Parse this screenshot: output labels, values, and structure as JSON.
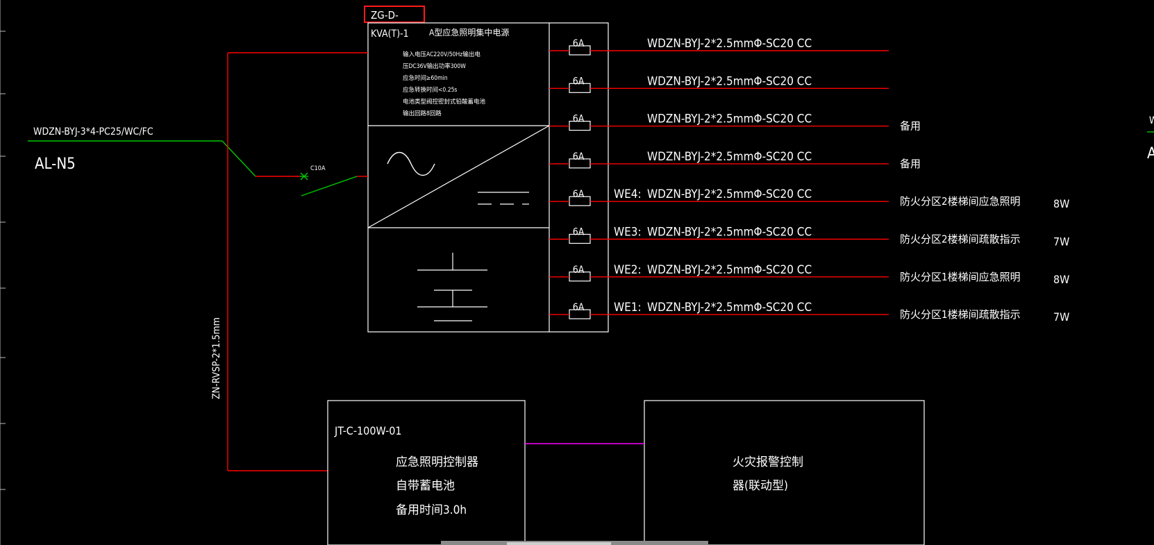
{
  "colors": {
    "background": "#000000",
    "line_white": "#ffffff",
    "line_red": "#ff0000",
    "line_green": "#00c800",
    "line_magenta": "#ff00ff",
    "highlight": "#ff1a1a",
    "text": "#ffffff"
  },
  "panel": {
    "tag": "ZG-D-",
    "model": "KVA(T)-1",
    "name": "A型应急照明集中电源",
    "specs": [
      "输入电压AC220V/50Hz输出电",
      "压DC36V输出功率300W",
      "应急时间≥60min",
      "应急转换时间<0.25s",
      "电池类型阀控密封式铅酸蓄电池",
      "输出回路8回路"
    ]
  },
  "incoming": {
    "cable": "WDZN-BYJ-3*4-PC25/WC/FC",
    "source": "AL-N5",
    "breaker": "C10A"
  },
  "control_cable": "ZN-RVSP-2*1.5mm",
  "circuits": [
    {
      "fuse": "6A",
      "id": "",
      "cable": "WDZN-BYJ-2*2.5mmΦ-SC20 CC",
      "description": "",
      "power": ""
    },
    {
      "fuse": "6A",
      "id": "",
      "cable": "WDZN-BYJ-2*2.5mmΦ-SC20 CC",
      "description": "",
      "power": ""
    },
    {
      "fuse": "6A",
      "id": "",
      "cable": "WDZN-BYJ-2*2.5mmΦ-SC20 CC",
      "description": "备用",
      "power": ""
    },
    {
      "fuse": "6A",
      "id": "",
      "cable": "WDZN-BYJ-2*2.5mmΦ-SC20 CC",
      "description": "备用",
      "power": ""
    },
    {
      "fuse": "6A",
      "id": "WE4:",
      "cable": "WDZN-BYJ-2*2.5mmΦ-SC20 CC",
      "description": "防火分区2楼梯间应急照明",
      "power": "8W"
    },
    {
      "fuse": "6A",
      "id": "WE3:",
      "cable": "WDZN-BYJ-2*2.5mmΦ-SC20 CC",
      "description": "防火分区2楼梯间疏散指示",
      "power": "7W"
    },
    {
      "fuse": "6A",
      "id": "WE2:",
      "cable": "WDZN-BYJ-2*2.5mmΦ-SC20 CC",
      "description": "防火分区1楼梯间应急照明",
      "power": "8W"
    },
    {
      "fuse": "6A",
      "id": "WE1:",
      "cable": "WDZN-BYJ-2*2.5mmΦ-SC20 CC",
      "description": "防火分区1楼梯间疏散指示",
      "power": "7W"
    }
  ],
  "controller": {
    "model": "JT-C-100W-01",
    "lines": [
      "应急照明控制器",
      "自带蓄电池",
      "备用时间3.0h"
    ]
  },
  "fire_alarm": {
    "lines": [
      "火灾报警控制",
      "器(联动型)"
    ]
  },
  "right_edge": {
    "top": "W",
    "bottom": "A"
  }
}
